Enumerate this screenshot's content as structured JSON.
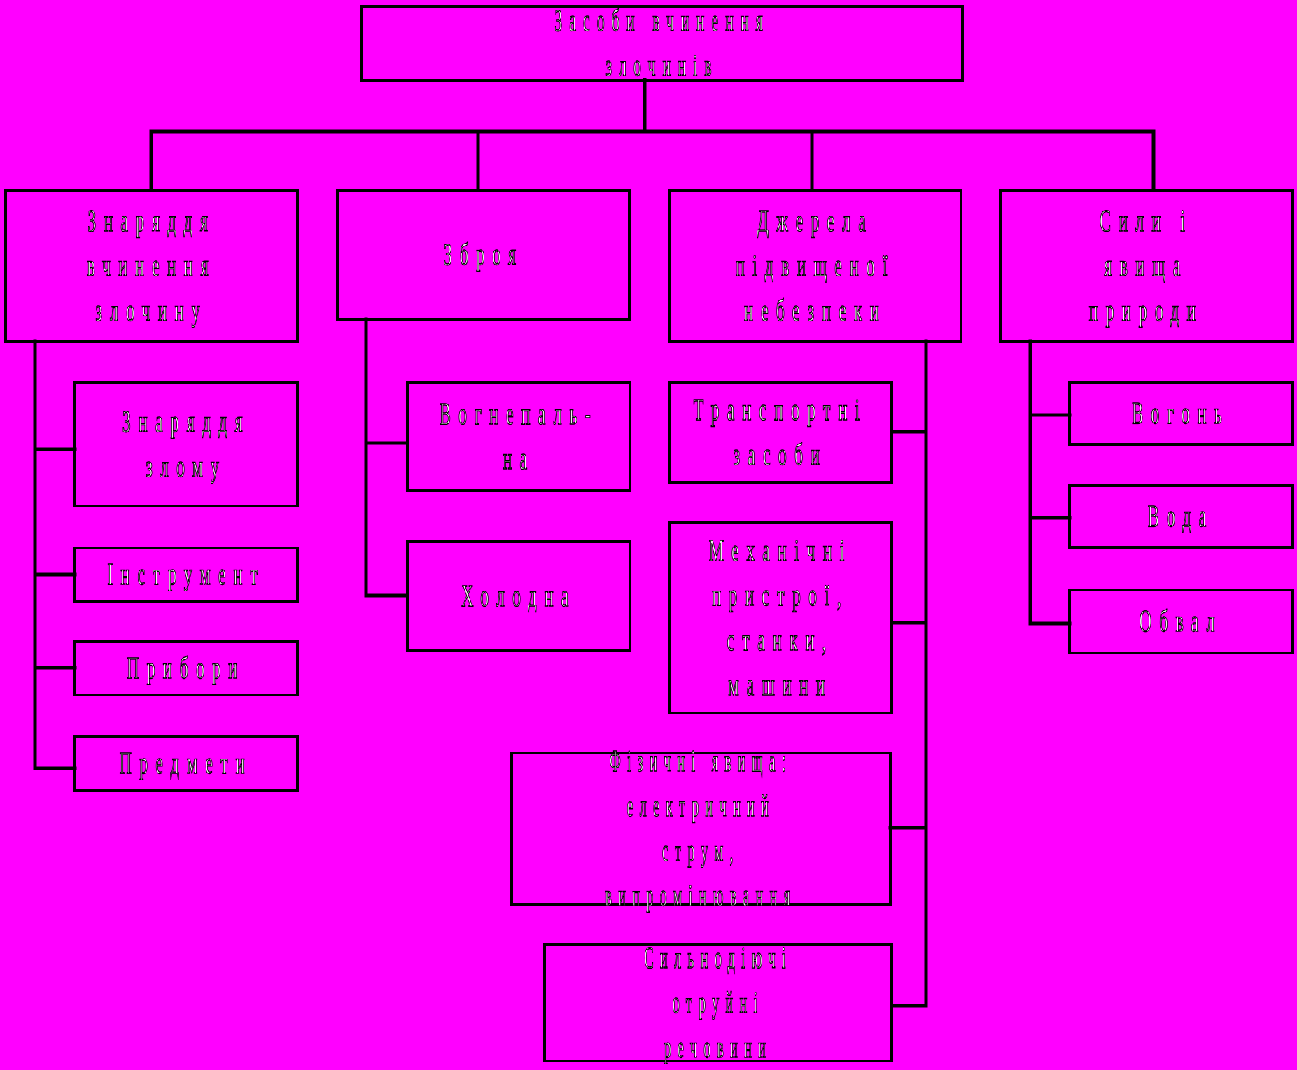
{
  "colors": {
    "background": "#ff00ff",
    "line": "#000000",
    "text_fill": "#f0f0f0",
    "text_outline": "#000000"
  },
  "diagram": {
    "root": {
      "label": "Засоби вчинення злочинів"
    },
    "categories": [
      {
        "label": "Знаряддя\nвчинення\nзлочину",
        "children": [
          {
            "label": "Знаряддя\nзлому"
          },
          {
            "label": "Інструмент"
          },
          {
            "label": "Прибори"
          },
          {
            "label": "Предмети"
          }
        ]
      },
      {
        "label": "Зброя",
        "children": [
          {
            "label": "Вогнепаль-\nна"
          },
          {
            "label": "Холодна"
          }
        ]
      },
      {
        "label": "Джерела\nпідвищеної\nнебезпеки",
        "children": [
          {
            "label": "Транспортні\nзасоби"
          },
          {
            "label": "Механічні\nпристрої,\nстанки,\nмашини"
          },
          {
            "label": "Фізичні явища:\nелектричний струм,\nвипромінювання"
          },
          {
            "label": "Сильнодіючі\nотруйні речовини"
          }
        ]
      },
      {
        "label": "Сили і явища\nприроди",
        "children": [
          {
            "label": "Вогонь"
          },
          {
            "label": "Вода"
          },
          {
            "label": "Обвал"
          }
        ]
      }
    ]
  }
}
